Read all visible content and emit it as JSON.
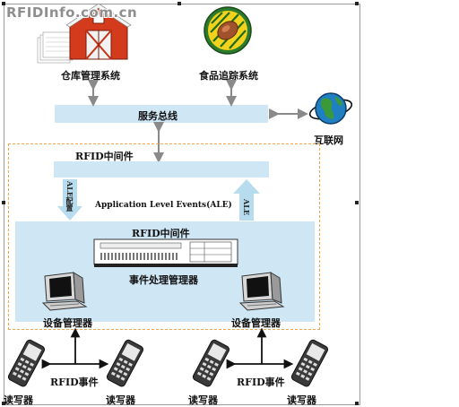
{
  "watermark": "RFIDInfo.com.cn",
  "nodes": {
    "warehouse": "仓库管理系统",
    "food_trace": "食品追踪系统",
    "service_bus": "服务总线",
    "internet": "互联网",
    "middleware_top": "RFID中间件",
    "ale_config": "ALE配置",
    "ale_events": "Application Level Events(ALE)",
    "ale": "ALE",
    "middleware_inner": "RFID中间件",
    "event_manager": "事件处理管理器",
    "device_manager_left": "设备管理器",
    "device_manager_right": "设备管理器",
    "rfid_event_left": "RFID事件",
    "rfid_event_right": "RFID事件",
    "reader_1": "读写器",
    "reader_2": "读写器",
    "reader_3": "读写器",
    "reader_4": "读写器"
  },
  "colors": {
    "panel": "#cfe6f4",
    "dashed_border": "#f0a64a",
    "arrow_blue": "#b7dcee",
    "arrow_gray": "#8a8a8a"
  }
}
